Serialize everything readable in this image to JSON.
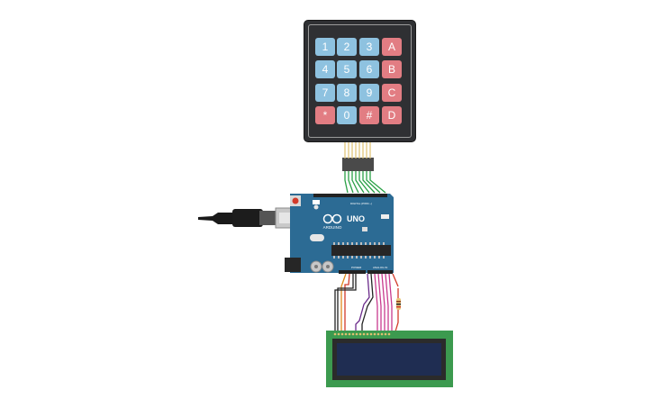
{
  "keypad": {
    "keys": [
      {
        "label": "1",
        "kind": "num"
      },
      {
        "label": "2",
        "kind": "num"
      },
      {
        "label": "3",
        "kind": "num"
      },
      {
        "label": "A",
        "kind": "op"
      },
      {
        "label": "4",
        "kind": "num"
      },
      {
        "label": "5",
        "kind": "num"
      },
      {
        "label": "6",
        "kind": "num"
      },
      {
        "label": "B",
        "kind": "op"
      },
      {
        "label": "7",
        "kind": "num"
      },
      {
        "label": "8",
        "kind": "num"
      },
      {
        "label": "9",
        "kind": "num"
      },
      {
        "label": "C",
        "kind": "op"
      },
      {
        "label": "*",
        "kind": "op"
      },
      {
        "label": "0",
        "kind": "num"
      },
      {
        "label": "#",
        "kind": "op"
      },
      {
        "label": "D",
        "kind": "op"
      }
    ]
  },
  "arduino": {
    "brand": "ARDUINO",
    "model": "UNO",
    "power_label": "POWER",
    "analog_label": "ANALOG IN",
    "digital_label": "DIGITAL (PWM ~)"
  },
  "colors": {
    "board": "#2c6b94",
    "lcd_pcb": "#3c9a4f",
    "lcd_screen": "#1f2d52",
    "key_number": "#8ec2e0",
    "key_letter": "#e27d83",
    "keypad_wire": "#2aa046",
    "wire_red": "#d23a2a",
    "wire_black": "#222222",
    "wire_orange": "#e08a1e",
    "wire_purple": "#6a2a8a",
    "wire_pink": "#c83a8e"
  }
}
